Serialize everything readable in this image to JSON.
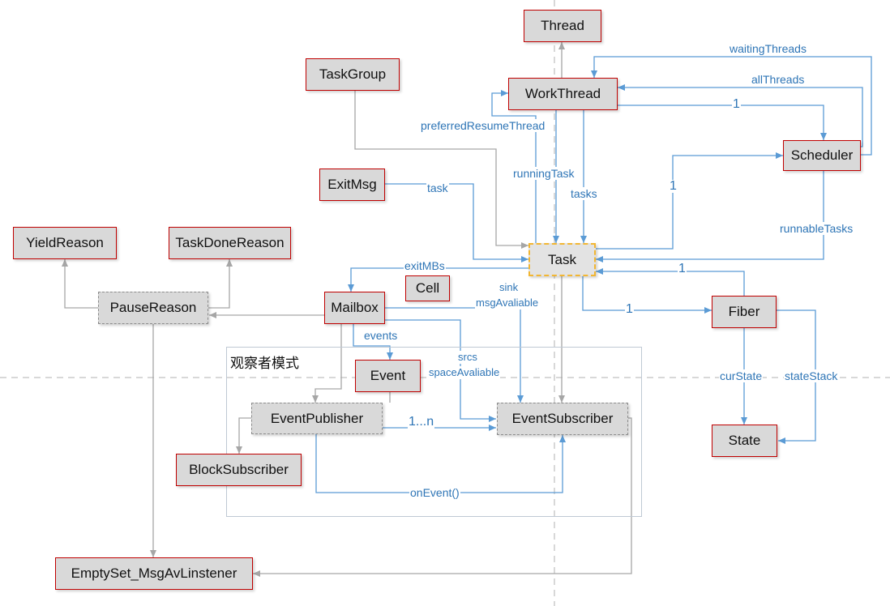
{
  "nodes": {
    "thread": "Thread",
    "work_thread": "WorkThread",
    "task_group": "TaskGroup",
    "scheduler": "Scheduler",
    "exit_msg": "ExitMsg",
    "yield_reason": "YieldReason",
    "task_done_reason": "TaskDoneReason",
    "task": "Task",
    "pause_reason": "PauseReason",
    "mailbox": "Mailbox",
    "cell": "Cell",
    "fiber": "Fiber",
    "event": "Event",
    "event_publisher": "EventPublisher",
    "event_subscriber": "EventSubscriber",
    "block_subscriber": "BlockSubscriber",
    "state": "State",
    "empty_set": "EmptySet_MsgAvLinstener"
  },
  "group": {
    "title": "观察者模式"
  },
  "edge_labels": {
    "waiting_threads": "waitingThreads",
    "all_threads": "allThreads",
    "one_workthread_scheduler": "1",
    "preferred_resume_thread": "preferredResumeThread",
    "running_task": "runningTask",
    "tasks": "tasks",
    "task": "task",
    "one_task_scheduler": "1",
    "runnable_tasks": "runnableTasks",
    "exit_mbs": "exitMBs",
    "sink": "sink",
    "msg_avaliable": "msgAvaliable",
    "one_fiber_task": "1",
    "one_task_fiber": "1",
    "events": "events",
    "srcs": "srcs",
    "space_avaliable": "spaceAvaliable",
    "one_to_n": "1...n",
    "on_event": "onEvent()",
    "cur_state": "curState",
    "state_stack": "stateStack"
  },
  "colors": {
    "node_fill": "#d9d9d9",
    "node_border": "#c00000",
    "dashed_border": "#8c8c8c",
    "task_border": "#f2b632",
    "blue_edge": "#5b9bd5",
    "gray_edge": "#a6a6a6",
    "label_blue": "#2e75b6"
  }
}
